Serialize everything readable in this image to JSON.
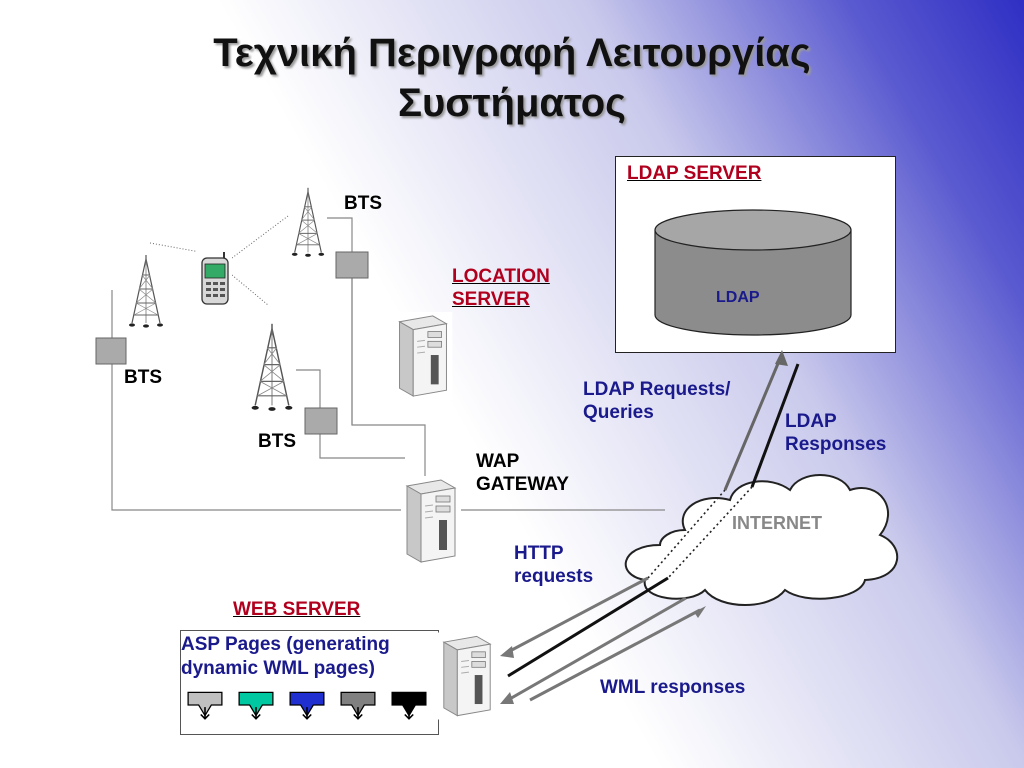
{
  "title": {
    "line1": "Τεχνική Περιγραφή Λειτουργίας",
    "line2": "Συστήματος"
  },
  "labels": {
    "bts_top": "BTS",
    "bts_left": "BTS",
    "bts_mid": "BTS",
    "location_server_1": "LOCATION",
    "location_server_2": "SERVER",
    "wap_gateway_1": "WAP",
    "wap_gateway_2": "GATEWAY",
    "ldap_server": "LDAP SERVER",
    "ldap_db": "LDAP",
    "ldap_requests_1": "LDAP Requests/",
    "ldap_requests_2": "Queries",
    "ldap_responses_1": "LDAP",
    "ldap_responses_2": "Responses",
    "internet": "INTERNET",
    "http_requests_1": "HTTP",
    "http_requests_2": "requests",
    "web_server": "WEB SERVER",
    "asp_pages_1": "ASP Pages (generating",
    "asp_pages_2": "dynamic WML pages)",
    "wml_responses": "WML responses"
  },
  "page_icons": [
    {
      "name": "page-arrow-icon-gray",
      "color": "#c0c0c0"
    },
    {
      "name": "page-arrow-icon-teal",
      "color": "#00c8a0"
    },
    {
      "name": "page-arrow-icon-blue",
      "color": "#2030d0"
    },
    {
      "name": "page-arrow-icon-darkgray",
      "color": "#808080"
    },
    {
      "name": "page-arrow-icon-black",
      "color": "#000000"
    }
  ],
  "colors": {
    "accent_red": "#b0001e",
    "accent_navy": "#1a1a8c",
    "cylinder": "#8c8c8c"
  }
}
